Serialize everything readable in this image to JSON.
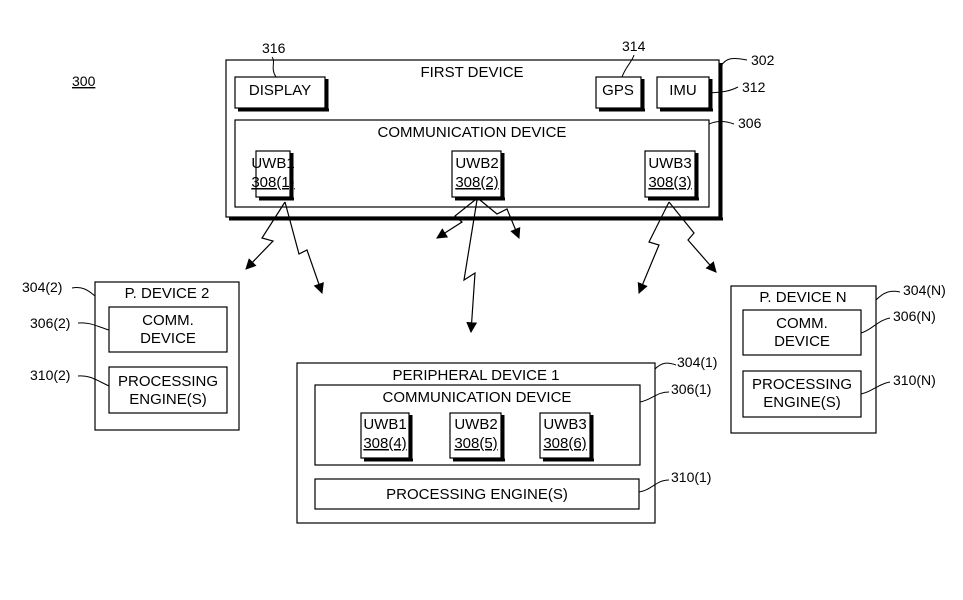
{
  "figure_ref": "300",
  "first_device": {
    "title": "FIRST DEVICE",
    "ref": "302",
    "display": {
      "label": "DISPLAY",
      "ref": "316"
    },
    "gps": {
      "label": "GPS",
      "ref": "314"
    },
    "imu": {
      "label": "IMU",
      "ref": "312"
    },
    "comm": {
      "title": "COMMUNICATION DEVICE",
      "ref": "306",
      "uwb": [
        {
          "name": "UWB1",
          "ref": "308(1)"
        },
        {
          "name": "UWB2",
          "ref": "308(2)"
        },
        {
          "name": "UWB3",
          "ref": "308(3)"
        }
      ]
    }
  },
  "peripheral_1": {
    "title": "PERIPHERAL DEVICE 1",
    "ref": "304(1)",
    "comm": {
      "title": "COMMUNICATION DEVICE",
      "ref": "306(1)",
      "uwb": [
        {
          "name": "UWB1",
          "ref": "308(4)"
        },
        {
          "name": "UWB2",
          "ref": "308(5)"
        },
        {
          "name": "UWB3",
          "ref": "308(6)"
        }
      ]
    },
    "engine": {
      "label": "PROCESSING ENGINE(S)",
      "ref": "310(1)"
    }
  },
  "peripheral_2": {
    "title": "P. DEVICE 2",
    "ref": "304(2)",
    "comm": {
      "line1": "COMM.",
      "line2": "DEVICE",
      "ref": "306(2)"
    },
    "engine": {
      "line1": "PROCESSING",
      "line2": "ENGINE(S)",
      "ref": "310(2)"
    }
  },
  "peripheral_n": {
    "title": "P. DEVICE N",
    "ref": "304(N)",
    "comm": {
      "line1": "COMM.",
      "line2": "DEVICE",
      "ref": "306(N)"
    },
    "engine": {
      "line1": "PROCESSING",
      "line2": "ENGINE(S)",
      "ref": "310(N)"
    }
  }
}
